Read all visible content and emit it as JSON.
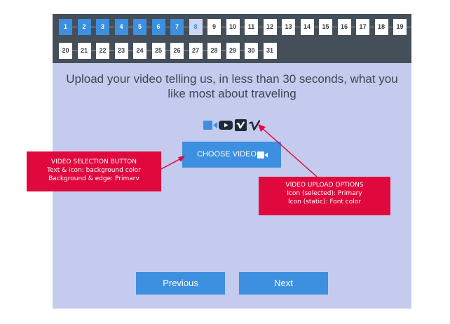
{
  "steps": {
    "row1": [
      "1",
      "2",
      "3",
      "4",
      "5",
      "6",
      "7",
      "8",
      "9",
      "10",
      "11",
      "12",
      "13",
      "14",
      "15",
      "16",
      "17",
      "18",
      "19"
    ],
    "row2": [
      "20",
      "21",
      "22",
      "23",
      "24",
      "25",
      "26",
      "27",
      "28",
      "29",
      "30",
      "31"
    ],
    "completed_count": 7,
    "current": "8"
  },
  "question": {
    "line1": "Upload your video telling us, in less than 30 seconds, what you",
    "line2": "like most about traveling"
  },
  "upload_options": {
    "icons": [
      "video-camera-icon",
      "youtube-icon",
      "vimeo-square-icon",
      "vimeo-icon"
    ],
    "selected_color": "#3d8fe0",
    "static_color": "#3b4651"
  },
  "choose_button": {
    "label": "CHOOSE VIDEO",
    "icon": "video-camera-icon"
  },
  "nav": {
    "previous": "Previous",
    "next": "Next"
  },
  "annotations": {
    "video_selection": {
      "title": "VIDEO SELECTION BUTTON",
      "line1": "Text & icon: background color",
      "line2": "Background & edge: Primarv"
    },
    "upload_options": {
      "title": "VIDEO UPLOAD OPTIONS",
      "line1": "Icon (selected): Primary",
      "line2": "Icon (static): Font color"
    }
  },
  "colors": {
    "primary": "#3d8fe0",
    "page_background": "#c5cbee",
    "header_bar": "#444f5a",
    "annotation": "#e0093e",
    "font": "#3b4651"
  }
}
